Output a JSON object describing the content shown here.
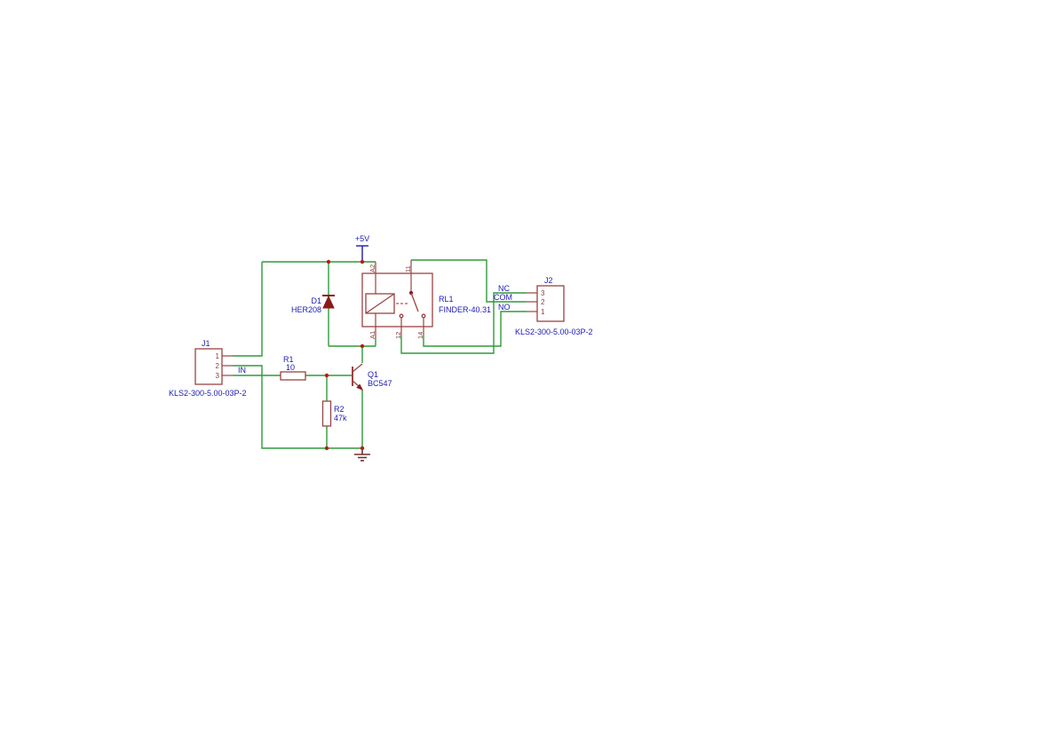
{
  "colors": {
    "wire": "#2e9b3a",
    "component": "#9b4242",
    "component_fill": "#8b1a1a",
    "junction": "#c01818",
    "label": "#1a1ab8",
    "pin_text": "#8a3a3a",
    "power": "#1a1ab8",
    "ground": "#6e3030",
    "link": "#c01818"
  },
  "nets": {
    "power": "+5V",
    "input": "IN",
    "nc": "NC",
    "com": "COM",
    "no": "NO"
  },
  "components": {
    "j1": {
      "ref": "J1",
      "part": "KLS2-300-5.00-03P-2",
      "pins": [
        "1",
        "2",
        "3"
      ]
    },
    "j2": {
      "ref": "J2",
      "part": "KLS2-300-5.00-03P-2",
      "pins": [
        "3",
        "2",
        "1"
      ]
    },
    "r1": {
      "ref": "R1",
      "value": "10"
    },
    "r2": {
      "ref": "R2",
      "value": "47k"
    },
    "d1": {
      "ref": "D1",
      "value": "HER208"
    },
    "q1": {
      "ref": "Q1",
      "value": "BC547"
    },
    "rl1": {
      "ref": "RL1",
      "value": "FINDER-40.31",
      "pins": {
        "coil_top": "A2",
        "coil_bottom": "A1",
        "com": "11",
        "nc": "12",
        "no": "14"
      }
    }
  }
}
